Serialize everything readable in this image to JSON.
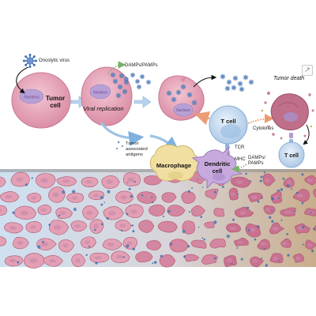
{
  "labels": {
    "oncolytic_virus": "Oncolytic virus",
    "tumor_cell_line1": "Tumor",
    "tumor_cell_line2": "cell",
    "nucleus": "Nucleus",
    "damps_pamps_top": "DAMPs/PAMPs",
    "viral_replication": "Viral replication",
    "t_cell_center": "T cell",
    "cytokines": "Cytokines",
    "tumor_death": "Tumor death",
    "t_cell_right": "T cell",
    "tcr": "TCR",
    "mhc": "MHC",
    "damps_pamps_right_line1": "DAMPs/",
    "damps_pamps_right_line2": "PAMPs",
    "taa_line1": "Tumor",
    "taa_line2": "associated",
    "taa_line3": "antigens",
    "macrophage": "Macrophage",
    "dendritic_line1": "Dendritic",
    "dendritic_line2": "cell"
  },
  "colors": {
    "tumor_cell": "#e7a0b4",
    "tumor_cell_dark": "#b95f7b",
    "nucleus": "#b9a0d6",
    "virus": "#3f6fb0",
    "t_cell": "#cfe0f2",
    "macrophage": "#f2e2a6",
    "dendritic": "#c7a8dc",
    "arrow_blue": "#a9c9ea",
    "arrow_green": "#8ec07c",
    "arrow_orange": "#f0b08c"
  },
  "expand_icon": "↗"
}
